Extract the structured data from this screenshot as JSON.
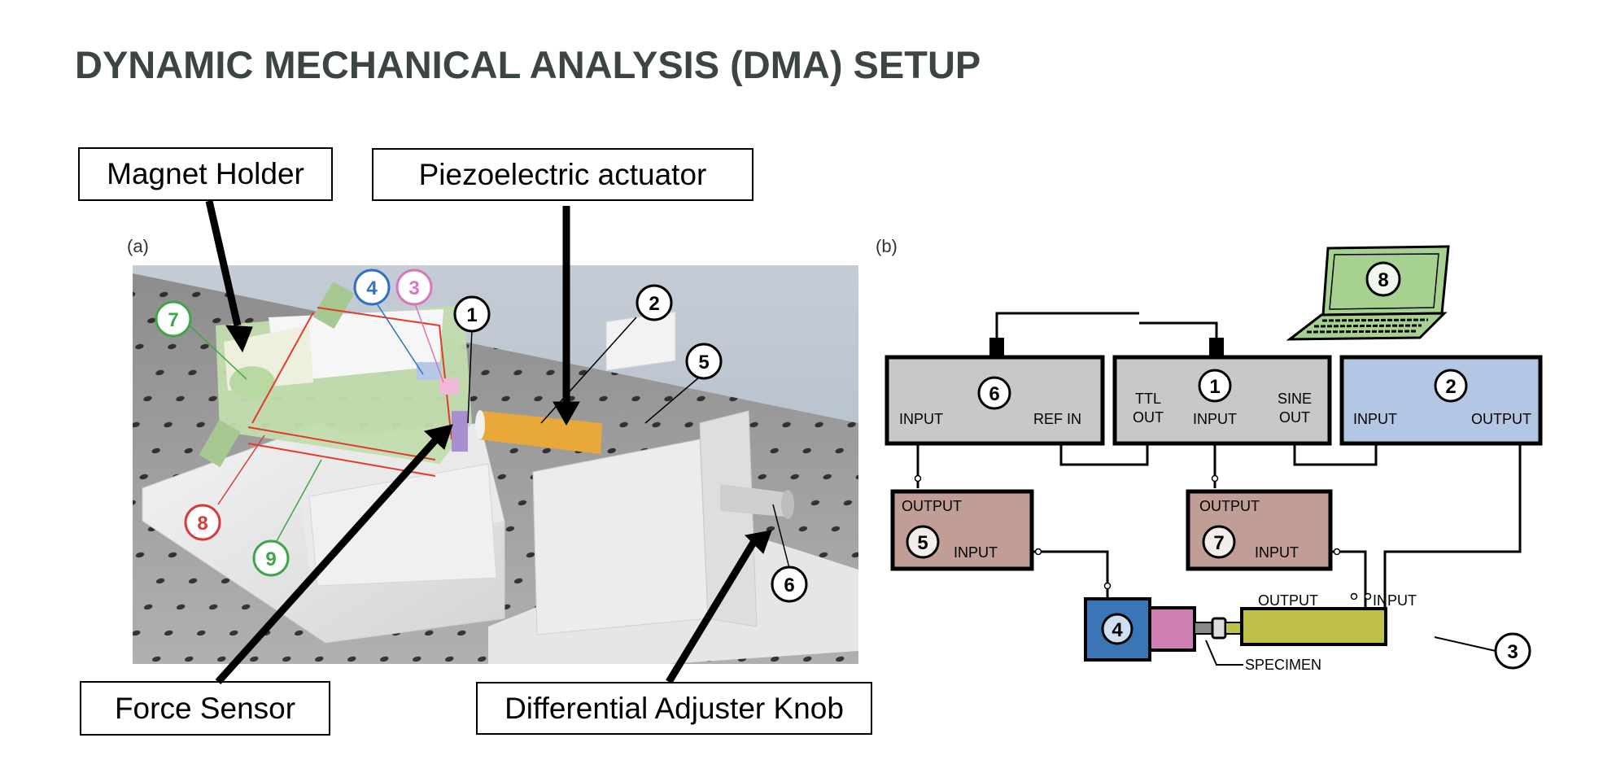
{
  "title": "DYNAMIC MECHANICAL ANALYSIS (DMA) SETUP",
  "callouts": {
    "magnet_holder": "Magnet Holder",
    "piezo_actuator": "Piezoelectric actuator",
    "force_sensor": "Force Sensor",
    "differential_knob": "Differential Adjuster Knob"
  },
  "panel_a": {
    "label": "(a)",
    "markers": [
      {
        "num": "1",
        "color": "#000000"
      },
      {
        "num": "2",
        "color": "#000000"
      },
      {
        "num": "3",
        "color": "#d877b8"
      },
      {
        "num": "4",
        "color": "#2f72c2"
      },
      {
        "num": "5",
        "color": "#000000"
      },
      {
        "num": "6",
        "color": "#000000"
      },
      {
        "num": "7",
        "color": "#3fa54a"
      },
      {
        "num": "8",
        "color": "#d83a3a"
      },
      {
        "num": "9",
        "color": "#3fa54a"
      }
    ]
  },
  "panel_b": {
    "label": "(b)",
    "boxes": {
      "b6": {
        "num": "6",
        "ports": [
          "INPUT",
          "REF IN"
        ]
      },
      "b1": {
        "num": "1",
        "ports": [
          "TTL",
          "OUT",
          "INPUT",
          "SINE",
          "OUT"
        ]
      },
      "b2": {
        "num": "2",
        "ports": [
          "INPUT",
          "OUTPUT"
        ]
      },
      "b5": {
        "num": "5",
        "ports": [
          "OUTPUT",
          "INPUT"
        ]
      },
      "b7": {
        "num": "7",
        "ports": [
          "OUTPUT",
          "INPUT"
        ]
      },
      "b4": {
        "num": "4"
      },
      "b3": {
        "num": "3",
        "ports": [
          "OUTPUT",
          "INPUT"
        ]
      },
      "b8": {
        "num": "8"
      }
    },
    "specimen_label": "SPECIMEN"
  },
  "colors": {
    "title": "#3d4444",
    "gray_box": "#c8c8c8",
    "blue_box": "#b3c6e3",
    "brown_box": "#c19e95",
    "laptop_green": "#a6d191",
    "sensor_blue": "#3a75b5",
    "pink": "#cf7fb3",
    "actuator_yellow": "#bfc04a",
    "piezo_orange": "#e9a93a",
    "frame_green": "#bfdcaa"
  }
}
